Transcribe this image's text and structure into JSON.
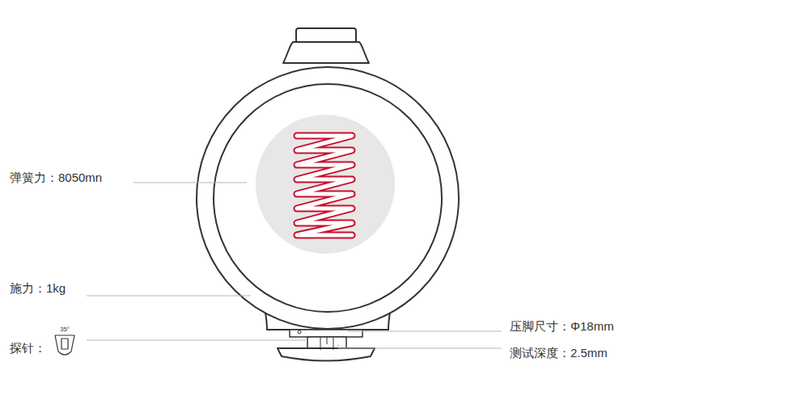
{
  "diagram": {
    "labels": [
      "弹簧力：8050mn",
      "施力：1kg",
      "探针：",
      "35°",
      "压脚尺寸：Φ18mm",
      "测试深度：2.5mm"
    ]
  }
}
